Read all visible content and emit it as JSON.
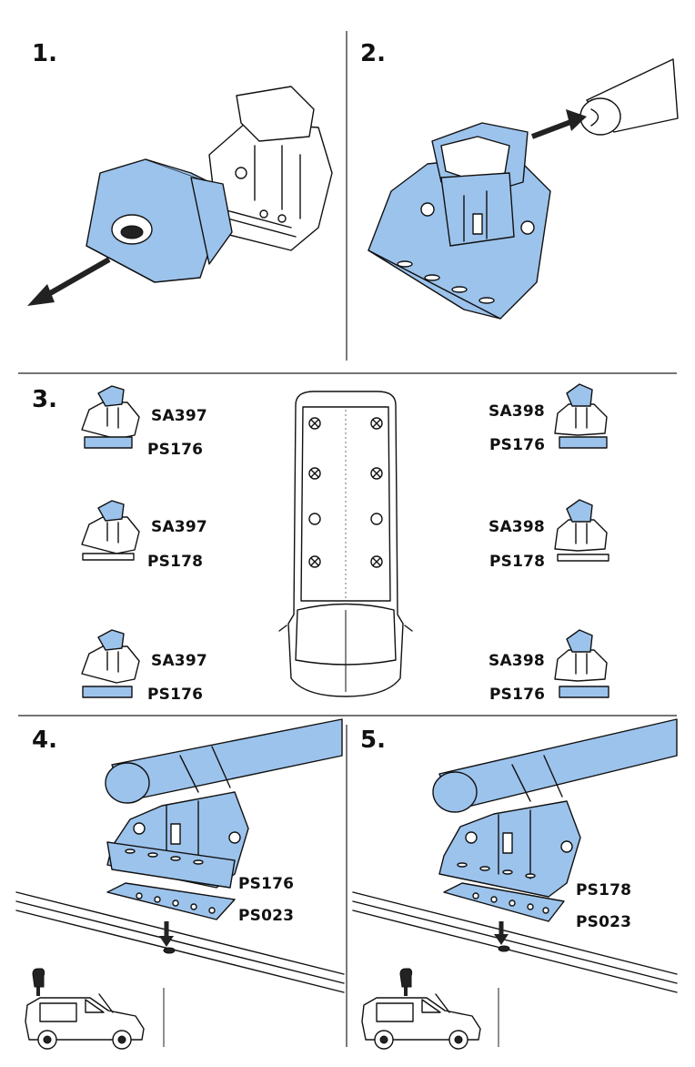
{
  "steps": {
    "s1": "1.",
    "s2": "2.",
    "s3": "3.",
    "s4": "4.",
    "s5": "5."
  },
  "step3": {
    "left_rows": [
      {
        "foot": "SA397",
        "pad": "PS176"
      },
      {
        "foot": "SA397",
        "pad": "PS178"
      },
      {
        "foot": "SA397",
        "pad": "PS176"
      }
    ],
    "right_rows": [
      {
        "foot": "SA398",
        "pad": "PS176"
      },
      {
        "foot": "SA398",
        "pad": "PS178"
      },
      {
        "foot": "SA398",
        "pad": "PS176"
      }
    ]
  },
  "step4": {
    "pad": "PS176",
    "plate": "PS023"
  },
  "step5": {
    "pad": "PS178",
    "plate": "PS023"
  },
  "colors": {
    "accent": "#9cc3ec",
    "line": "#111111"
  },
  "icons": [
    "arrow-icon",
    "hand-icon",
    "van-icon",
    "mount-hole-icon"
  ]
}
